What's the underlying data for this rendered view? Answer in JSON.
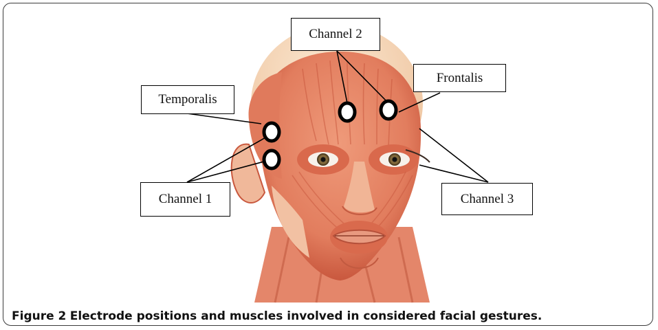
{
  "labels": {
    "channel_2": "Channel 2",
    "frontalis": "Frontalis",
    "temporalis": "Temporalis",
    "channel_1": "Channel 1",
    "channel_3": "Channel 3"
  },
  "caption": {
    "figure": "Figure 2",
    "text": "Electrode positions and muscles involved in considered facial gestures."
  },
  "colors": {
    "muscle": "#e8876a",
    "muscle_dark": "#c9583e",
    "skin": "#f6dcc0",
    "electrode_border": "#000000",
    "frame": "#3a3a3a"
  }
}
